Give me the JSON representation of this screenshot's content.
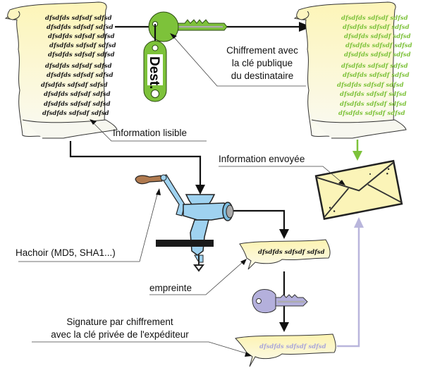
{
  "diagram": {
    "title": "Signature numérique et chiffrement",
    "labels": {
      "encryption": [
        "Chiffrement avec",
        "la clé publique",
        "du destinataire"
      ],
      "readable_info": "Information lisible",
      "sent_info": "Information envoyée",
      "hasher": "Hachoir (MD5, SHA1...)",
      "fingerprint": "empreinte",
      "signature": [
        "Signature par chiffrement",
        "avec la clé privée de l'expéditeur"
      ]
    },
    "key_tag_text": "Dest.",
    "scroll_text_line": "dfsdfds sdfsdf sdfsd",
    "nodes": [
      {
        "id": "plain-document",
        "icon": "scroll-icon",
        "text_color": "#1a1a1a"
      },
      {
        "id": "public-key",
        "icon": "key-icon",
        "color": "#7dc23a"
      },
      {
        "id": "encrypted-document",
        "icon": "scroll-icon",
        "text_color": "#7dc23a"
      },
      {
        "id": "meat-grinder",
        "icon": "meat-grinder-icon",
        "color": "#9fd2f0"
      },
      {
        "id": "fingerprint-scroll",
        "icon": "scroll-icon",
        "text_color": "#1a1a1a"
      },
      {
        "id": "private-key",
        "icon": "key-icon",
        "color": "#b4b0dc"
      },
      {
        "id": "signature-scroll",
        "icon": "scroll-icon",
        "text_color": "#a9a6d8"
      },
      {
        "id": "envelope",
        "icon": "envelope-icon",
        "color": "#fbf4b8"
      }
    ],
    "colors": {
      "arrow_main": "#111111",
      "arrow_green": "#7dc23a",
      "arrow_lavender": "#b9b6dc",
      "parchment": "#fdf7c6",
      "parchment_light": "#fbfbf2"
    }
  }
}
